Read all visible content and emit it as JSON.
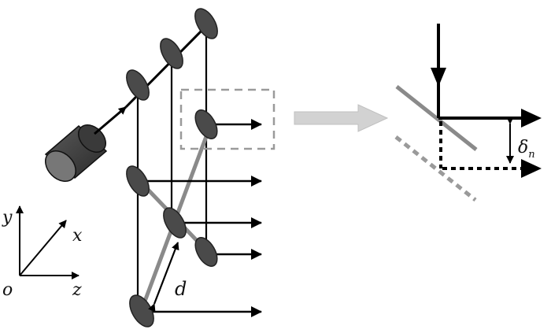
{
  "labels": {
    "axis_y": "y",
    "axis_x": "x",
    "axis_z": "z",
    "origin": "o",
    "spacing": "d",
    "offset_symbol": "δ",
    "offset_subscript": "n"
  },
  "colors": {
    "beam": "#000000",
    "mirror_fill": "#4a4a4a",
    "mirror_stroke": "#222222",
    "source_body": "#3a3a3a",
    "tilted_mirror": "#8a8a8a",
    "dashed_box": "#9a9a9a",
    "transfer_arrow": "#cfcfcf"
  }
}
